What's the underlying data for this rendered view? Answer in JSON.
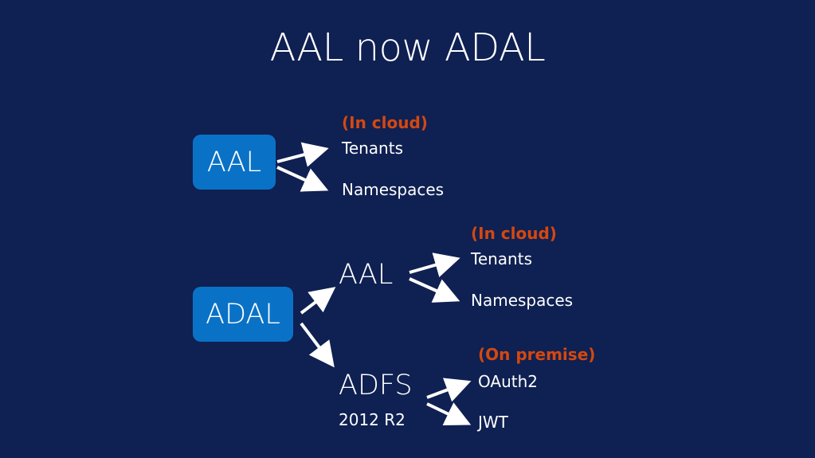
{
  "title": "AAL now ADAL",
  "top_group": {
    "box_label": "AAL",
    "note": "(In cloud)",
    "items": [
      "Tenants",
      "Namespaces"
    ]
  },
  "bottom_group": {
    "box_label": "ADAL",
    "aal_branch": {
      "label": "AAL",
      "note": "(In cloud)",
      "items": [
        "Tenants",
        "Namespaces"
      ]
    },
    "adfs_branch": {
      "label": "ADFS",
      "sublabel": "2012 R2",
      "note": "(On premise)",
      "items": [
        "OAuth2",
        "JWT"
      ]
    }
  },
  "colors": {
    "background": "#0f2052",
    "box": "#0a72c6",
    "note": "#d4480f",
    "text": "#ffffff"
  }
}
